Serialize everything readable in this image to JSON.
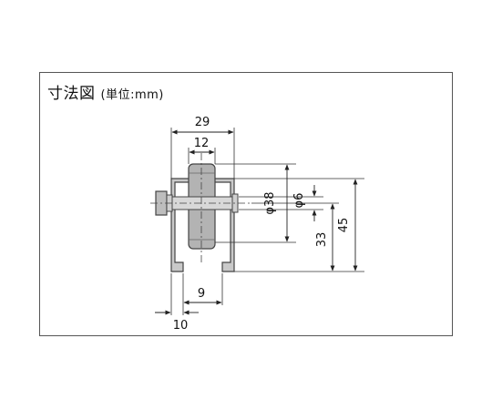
{
  "title": "寸法図",
  "unit_note": "(単位:mm)",
  "dimensions": {
    "overall_width": "29",
    "wheel_width": "12",
    "wheel_diameter": "φ38",
    "axle_diameter": "φ6",
    "axle_height": "33",
    "overall_height": "45",
    "slot_width": "9",
    "flange_width": "10"
  }
}
